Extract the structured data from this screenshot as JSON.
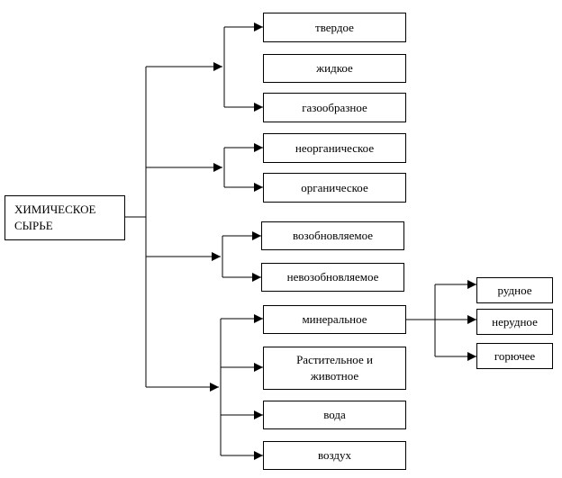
{
  "root": {
    "label": "ХИМИЧЕСКОЕ СЫРЬЕ"
  },
  "groups": [
    {
      "items": [
        "твердое",
        "жидкое",
        "газообразное"
      ]
    },
    {
      "items": [
        "неорганическое",
        "органическое"
      ]
    },
    {
      "items": [
        "возобновляемое",
        "невозобновляемое"
      ]
    },
    {
      "items": [
        "минеральное",
        "Растительное и животное",
        "вода",
        "воздух"
      ]
    }
  ],
  "mineral_children": [
    "рудное",
    "нерудное",
    "горючее"
  ],
  "colors": {
    "line": "#000000",
    "box_border": "#000000",
    "background": "#ffffff"
  }
}
